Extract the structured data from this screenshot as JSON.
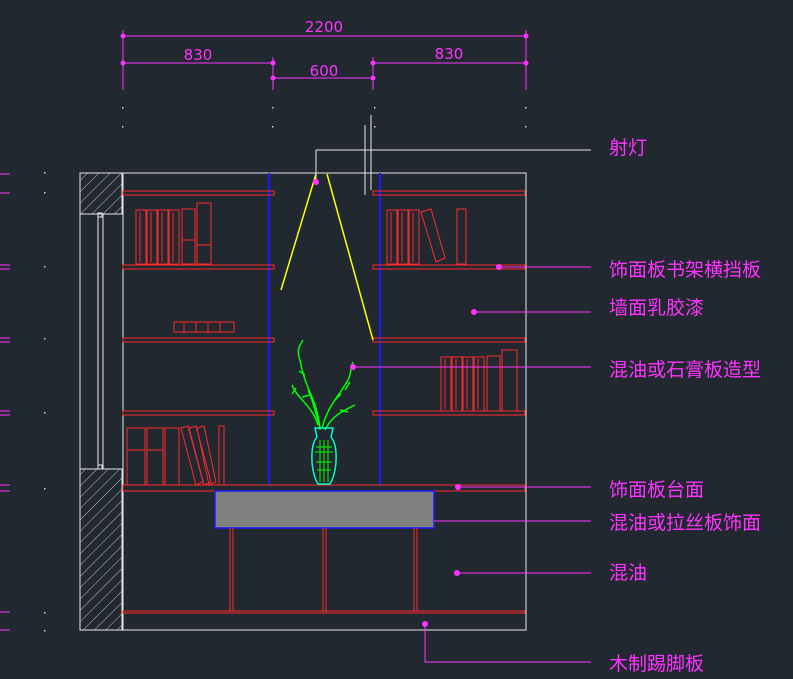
{
  "drawing": {
    "dimensions": {
      "overall": "2200",
      "left": "830",
      "middle": "600",
      "right": "830"
    },
    "callouts": [
      {
        "id": "spotlight",
        "label": "射灯"
      },
      {
        "id": "shelf-board",
        "label": "饰面板书架横挡板"
      },
      {
        "id": "wall-paint",
        "label": "墙面乳胶漆"
      },
      {
        "id": "niche",
        "label": "混油或石膏板造型"
      },
      {
        "id": "counter-top",
        "label": "饰面板台面"
      },
      {
        "id": "drawer-face",
        "label": "混油或拉丝板饰面"
      },
      {
        "id": "cabinet-paint",
        "label": "混油"
      },
      {
        "id": "skirting",
        "label": "木制踢脚板"
      }
    ]
  },
  "colors": {
    "background": "#212830",
    "outline": "#e6e6e6",
    "dimension": "#ff33ff",
    "shelf": "#ff2a2a",
    "divider": "#1a1aff",
    "light_beam": "#ffff00",
    "plant": "#00ff00",
    "drawer_fill": "#808080",
    "hatch": "#cccccc"
  }
}
